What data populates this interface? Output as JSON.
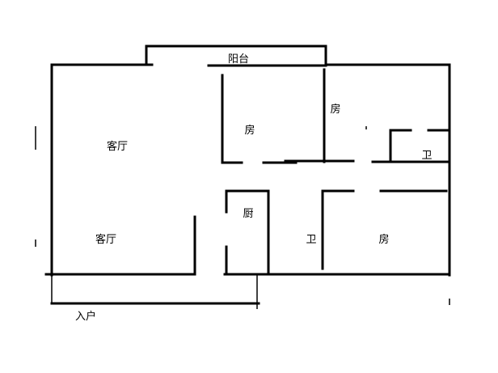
{
  "plan": {
    "rooms": {
      "balcony": "阳台",
      "living_room_upper": "客厅",
      "living_room_lower": "客厅",
      "bedroom_center": "房",
      "bedroom_top_right": "房",
      "bedroom_bottom_right": "房",
      "kitchen": "厨",
      "bathroom_center": "卫",
      "bathroom_top_right": "卫",
      "entrance": "入户"
    }
  }
}
